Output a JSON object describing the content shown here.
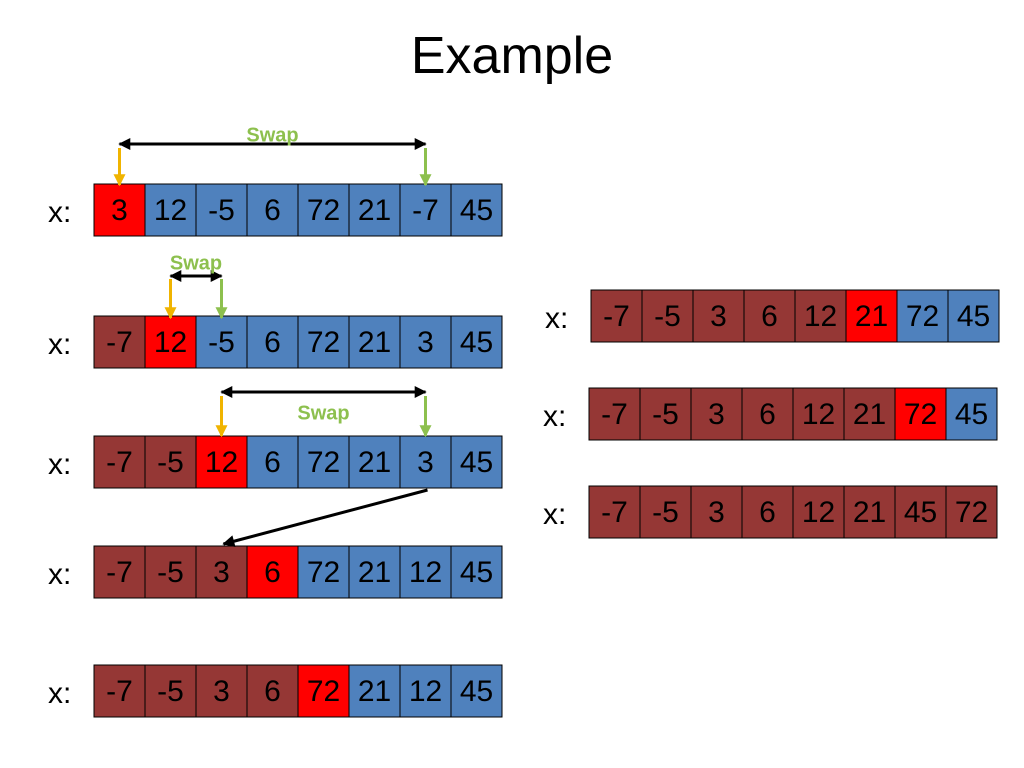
{
  "title": "Example",
  "colors": {
    "sorted": "#953735",
    "current": "#ff0000",
    "unsorted": "#4f81bd",
    "border": "#000000",
    "pointer_min": "#f0b400",
    "pointer_other": "#8dc04e",
    "swap_text": "#8dc04e"
  },
  "swap_label": "Swap",
  "rows": [
    {
      "label": "x:",
      "values": [
        "3",
        "12",
        "-5",
        "6",
        "72",
        "21",
        "-7",
        "45"
      ],
      "states": [
        "current",
        "unsorted",
        "unsorted",
        "unsorted",
        "unsorted",
        "unsorted",
        "unsorted",
        "unsorted"
      ]
    },
    {
      "label": "x:",
      "values": [
        "-7",
        "12",
        "-5",
        "6",
        "72",
        "21",
        "3",
        "45"
      ],
      "states": [
        "sorted",
        "current",
        "unsorted",
        "unsorted",
        "unsorted",
        "unsorted",
        "unsorted",
        "unsorted"
      ]
    },
    {
      "label": "x:",
      "values": [
        "-7",
        "-5",
        "12",
        "6",
        "72",
        "21",
        "3",
        "45"
      ],
      "states": [
        "sorted",
        "sorted",
        "current",
        "unsorted",
        "unsorted",
        "unsorted",
        "unsorted",
        "unsorted"
      ]
    },
    {
      "label": "x:",
      "values": [
        "-7",
        "-5",
        "3",
        "6",
        "72",
        "21",
        "12",
        "45"
      ],
      "states": [
        "sorted",
        "sorted",
        "sorted",
        "current",
        "unsorted",
        "unsorted",
        "unsorted",
        "unsorted"
      ]
    },
    {
      "label": "x:",
      "values": [
        "-7",
        "-5",
        "3",
        "6",
        "72",
        "21",
        "12",
        "45"
      ],
      "states": [
        "sorted",
        "sorted",
        "sorted",
        "sorted",
        "current",
        "unsorted",
        "unsorted",
        "unsorted"
      ]
    },
    {
      "label": "x:",
      "values": [
        "-7",
        "-5",
        "3",
        "6",
        "12",
        "21",
        "72",
        "45"
      ],
      "states": [
        "sorted",
        "sorted",
        "sorted",
        "sorted",
        "sorted",
        "current",
        "unsorted",
        "unsorted"
      ]
    },
    {
      "label": "x:",
      "values": [
        "-7",
        "-5",
        "3",
        "6",
        "12",
        "21",
        "72",
        "45"
      ],
      "states": [
        "sorted",
        "sorted",
        "sorted",
        "sorted",
        "sorted",
        "sorted",
        "current",
        "unsorted"
      ]
    },
    {
      "label": "x:",
      "values": [
        "-7",
        "-5",
        "3",
        "6",
        "12",
        "21",
        "45",
        "72"
      ],
      "states": [
        "sorted",
        "sorted",
        "sorted",
        "sorted",
        "sorted",
        "sorted",
        "sorted",
        "sorted"
      ]
    }
  ],
  "swaps": [
    {
      "row": 0,
      "from": 0,
      "to": 6,
      "labeled": true
    },
    {
      "row": 1,
      "from": 1,
      "to": 2,
      "labeled": true
    },
    {
      "row": 2,
      "from": 2,
      "to": 6,
      "labeled": true
    }
  ],
  "transitions": [
    {
      "from_row": 2,
      "from_cell": 6,
      "to_row": 3,
      "to_cell": 2
    }
  ]
}
